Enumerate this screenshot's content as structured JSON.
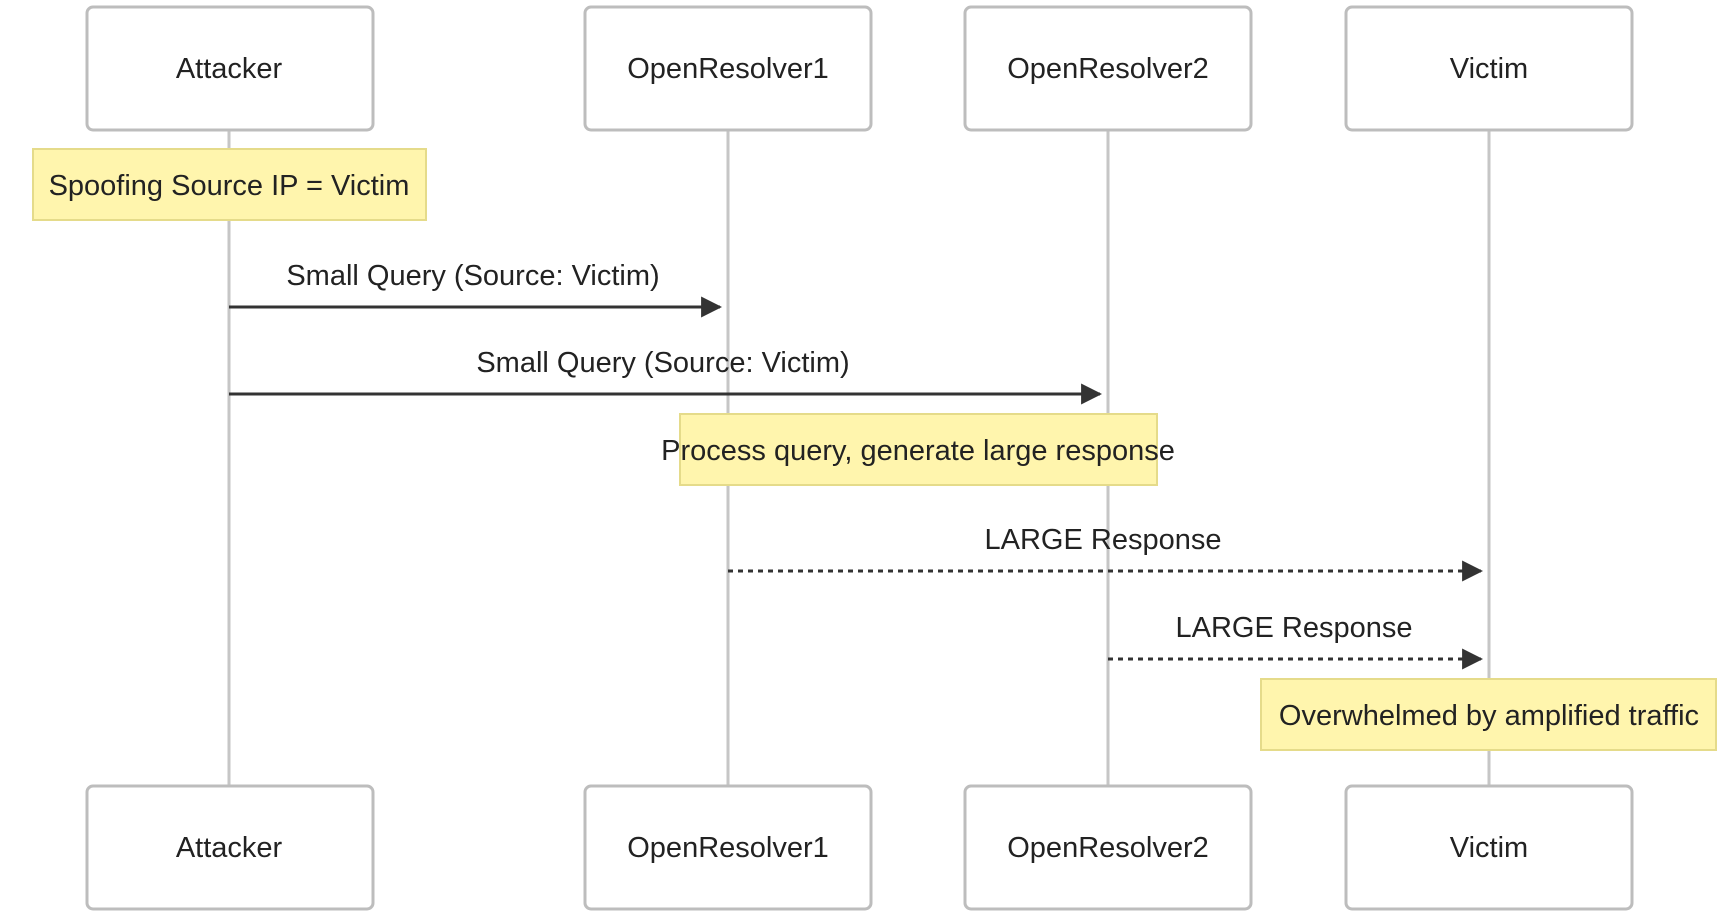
{
  "participants": [
    {
      "id": "attacker",
      "label": "Attacker"
    },
    {
      "id": "resolver1",
      "label": "OpenResolver1"
    },
    {
      "id": "resolver2",
      "label": "OpenResolver2"
    },
    {
      "id": "victim",
      "label": "Victim"
    }
  ],
  "notes": [
    {
      "id": "note-spoof",
      "text": "Spoofing Source IP = Victim"
    },
    {
      "id": "note-process",
      "text": "Process query, generate large response"
    },
    {
      "id": "note-overwhelmed",
      "text": "Overwhelmed by amplified traffic"
    }
  ],
  "messages": [
    {
      "id": "msg-1",
      "from": "attacker",
      "to": "resolver1",
      "label": "Small Query (Source: Victim)",
      "style": "solid"
    },
    {
      "id": "msg-2",
      "from": "attacker",
      "to": "resolver2",
      "label": "Small Query (Source: Victim)",
      "style": "solid"
    },
    {
      "id": "msg-3",
      "from": "resolver1",
      "to": "victim",
      "label": "LARGE Response",
      "style": "dashed"
    },
    {
      "id": "msg-4",
      "from": "resolver2",
      "to": "victim",
      "label": "LARGE Response",
      "style": "dashed"
    }
  ],
  "colors": {
    "note_fill": "#fff5ad",
    "note_border": "#e5db8a",
    "actor_border": "#bdbdbd",
    "lifeline": "#c6c6c6",
    "arrow": "#333333"
  }
}
